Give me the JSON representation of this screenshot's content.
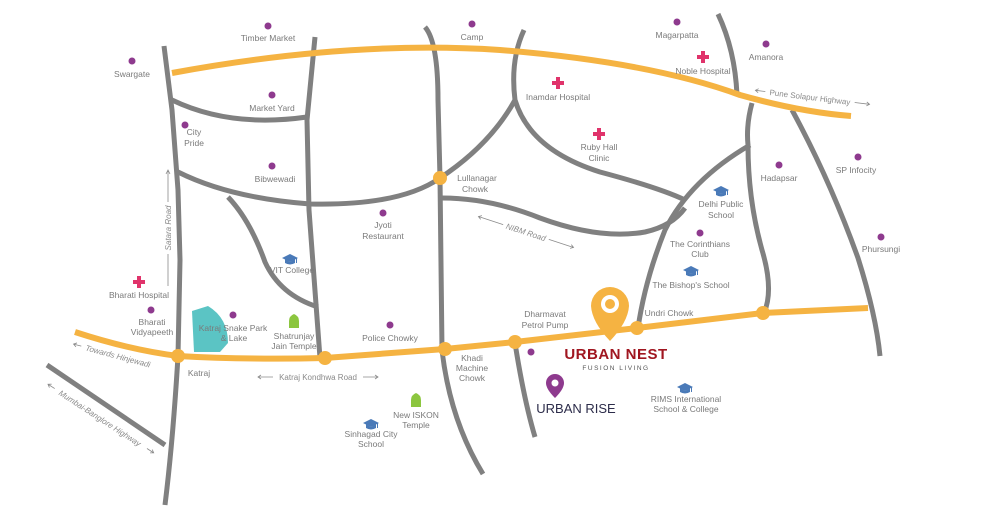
{
  "brand": {
    "project_name": "URBAN NEST",
    "project_tagline": "FUSION LIVING",
    "secondary_project": "URBAN RISE",
    "accent": "#f5b342",
    "brand_red": "#a01620",
    "pin_purple": "#8e3a8e"
  },
  "roads": {
    "satara_road": "Satara Road",
    "towards_hinjewadi": "Towards Hinjewadi",
    "mumbai_bangalore": "Mumbai-Banglore Highway",
    "katraj_kondhwa": "Katraj Kondhwa Road",
    "nibm_road": "NIBM Road",
    "pune_solapur": "Pune Solapur Highway"
  },
  "places": {
    "timber_market": "Timber Market",
    "swargate": "Swargate",
    "market_yard": "Market Yard",
    "city_pride": [
      "City",
      "Pride"
    ],
    "bibwewadi": "Bibwewadi",
    "jyoti_restaurant": [
      "Jyoti",
      "Restaurant"
    ],
    "camp": "Camp",
    "lullanagar_chowk": [
      "Lullanagar",
      "Chowk"
    ],
    "magarpatta": "Magarpatta",
    "noble_hospital": "Noble Hospital",
    "amanora": "Amanora",
    "inamdar_hospital": "Inamdar Hospital",
    "ruby_hall_clinic": [
      "Ruby Hall",
      "Clinic"
    ],
    "hadapsar": "Hadapsar",
    "sp_infocity": "SP Infocity",
    "phursungi": "Phursungi",
    "delhi_public_school": [
      "Delhi Public",
      "School"
    ],
    "corinthians_club": [
      "The Corinthians",
      "Club"
    ],
    "bishops_school": "The Bishop's School",
    "undri_chowk": "Undri Chowk",
    "dharmavat_petrol_pump": [
      "Dharmavat",
      "Petrol Pump"
    ],
    "rims_school": [
      "RIMS International",
      "School & College"
    ],
    "khadi_machine_chowk": [
      "Khadi",
      "Machine",
      "Chowk"
    ],
    "new_iskon_temple": [
      "New ISKON",
      "Temple"
    ],
    "sinhagad_city_school": [
      "Sinhagad City",
      "School"
    ],
    "police_chowky": "Police Chowky",
    "shatrunjay_jain_temple": [
      "Shatrunjay",
      "Jain Temple"
    ],
    "katraj_snake_park": [
      "Katraj Snake Park",
      "& Lake"
    ],
    "vit_college": "VIT College",
    "bharati_hospital": "Bharati Hospital",
    "bharati_vidyapeeth": [
      "Bharati",
      "Vidyapeeth"
    ],
    "katraj": "Katraj"
  }
}
